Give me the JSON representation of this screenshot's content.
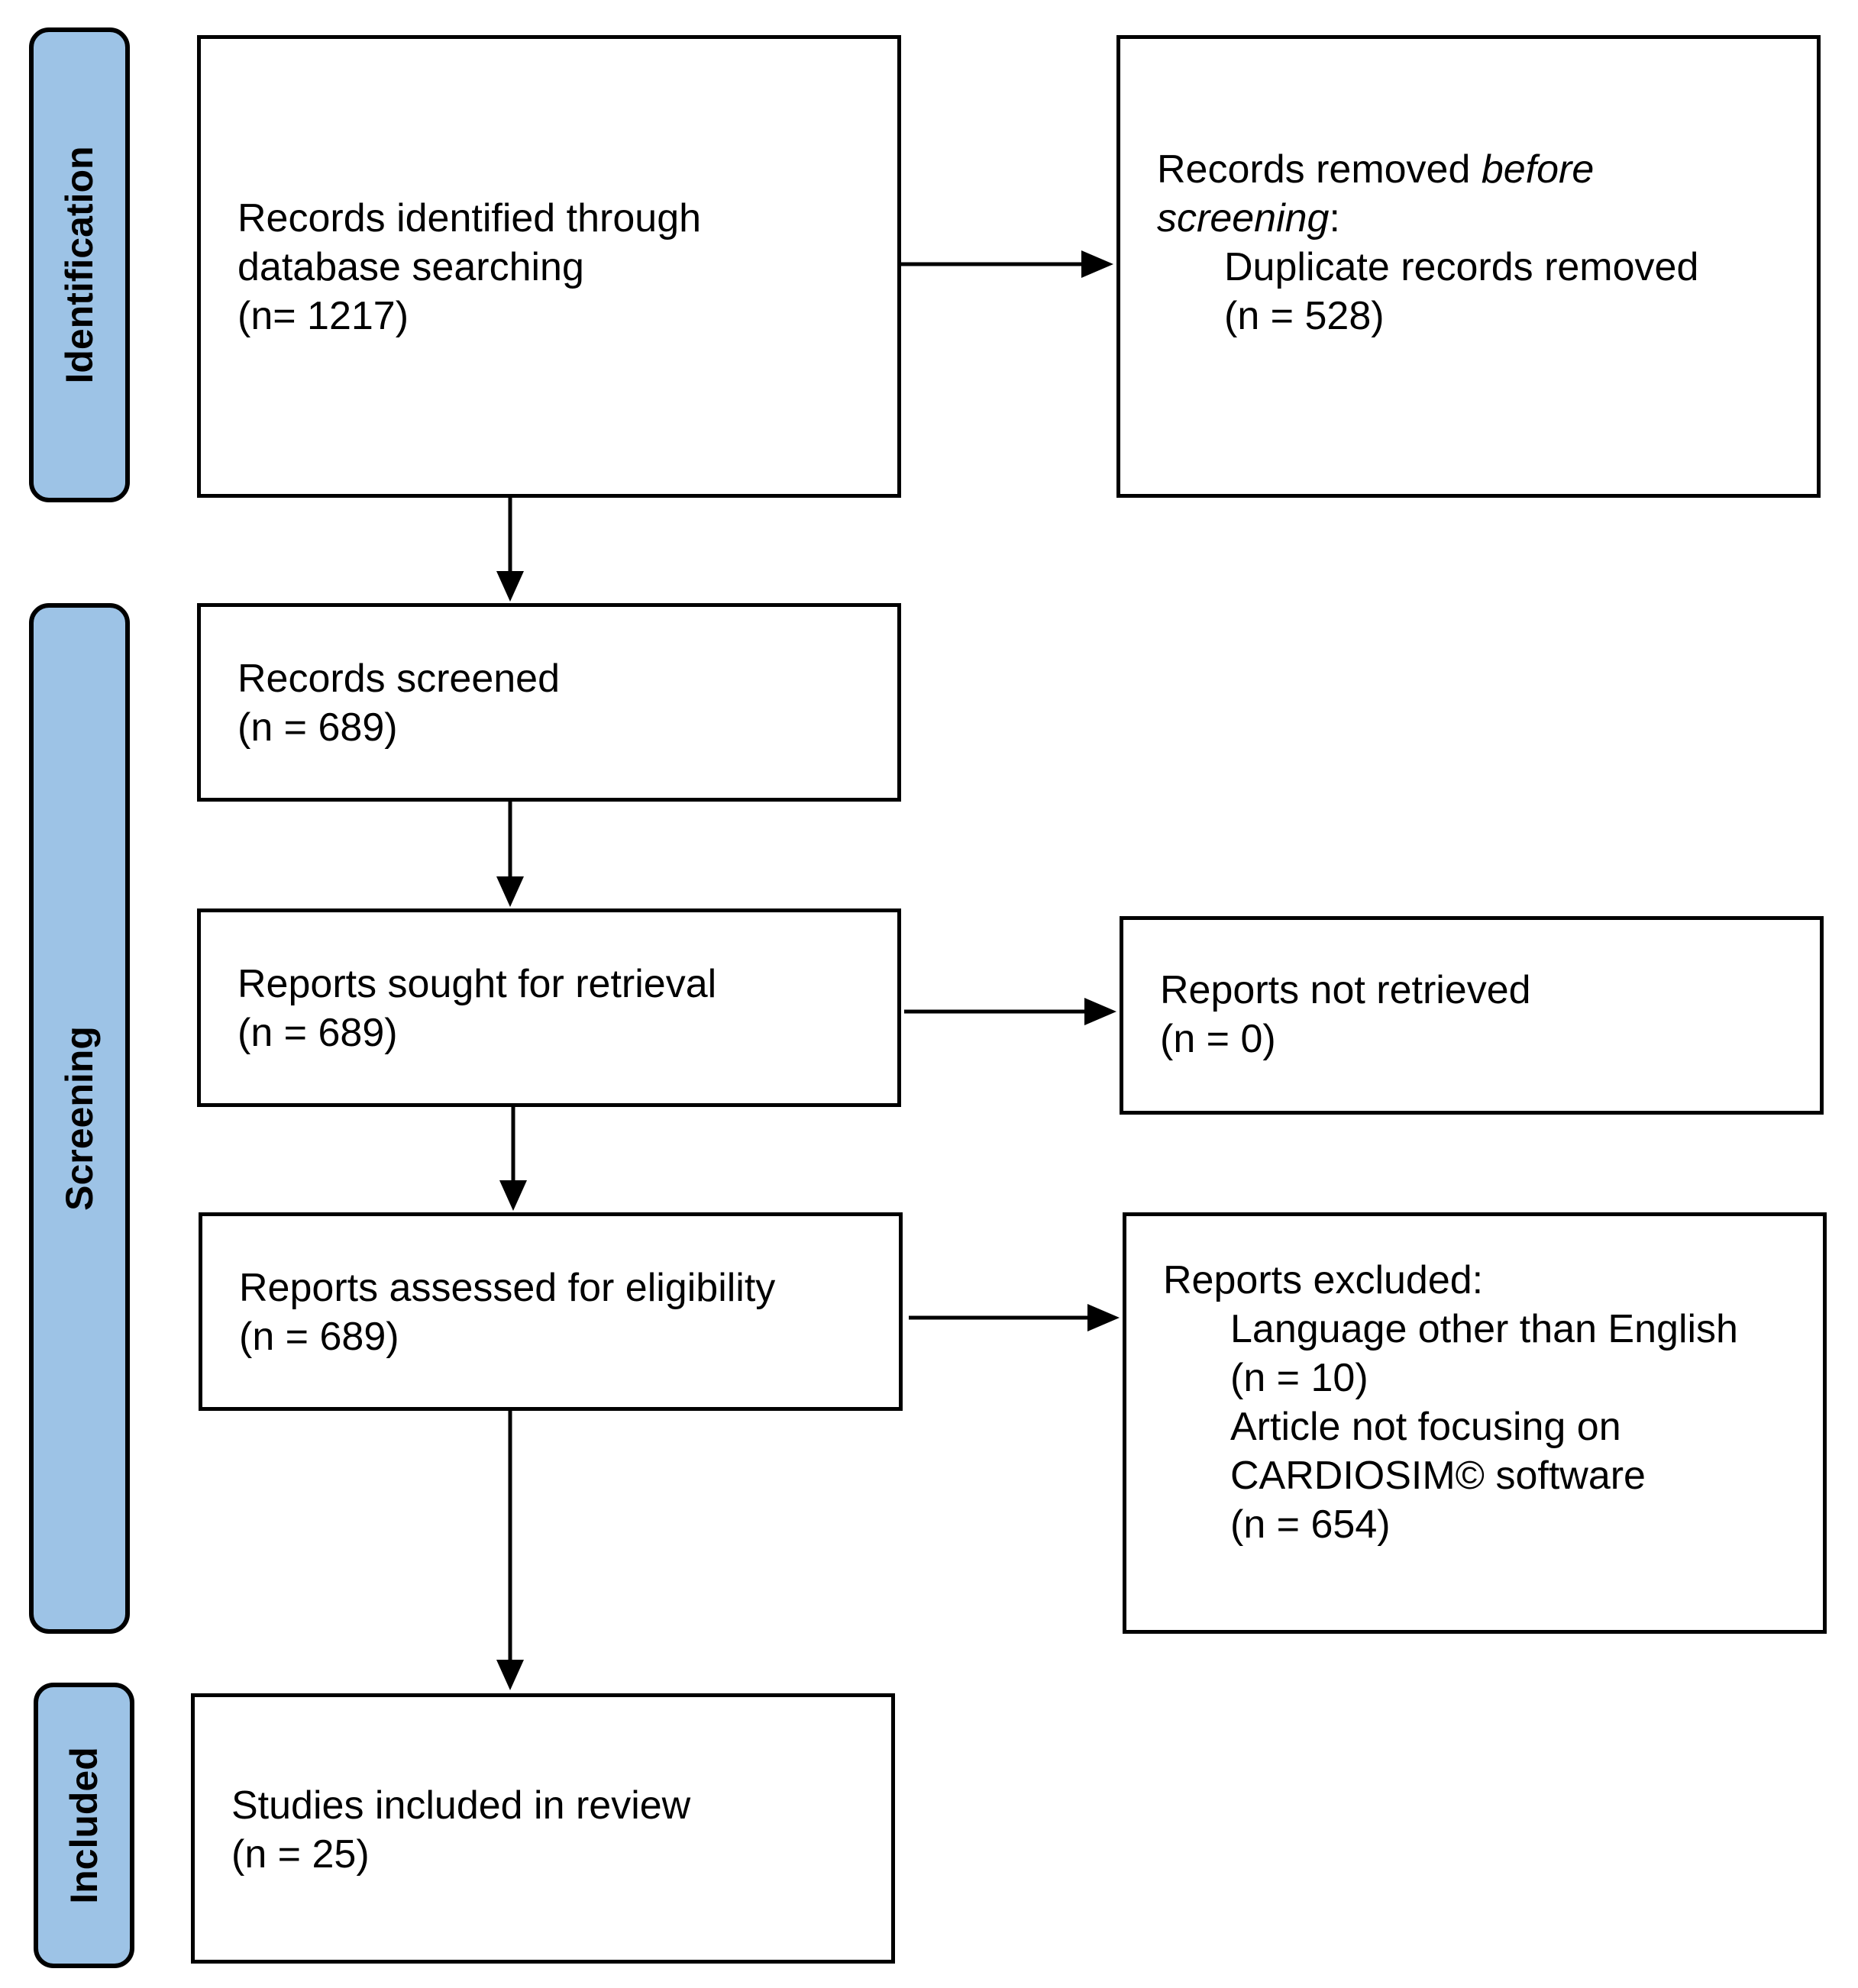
{
  "phases": {
    "identification": "Identification",
    "screening": "Screening",
    "included": "Included"
  },
  "boxes": {
    "records_identified": {
      "line1": "Records identified through",
      "line2": "database searching",
      "count": "(n= 1217)"
    },
    "records_removed": {
      "line1_prefix": "Records removed ",
      "line1_italic": "before",
      "line2_italic": "screening",
      "line2_suffix": ":",
      "item": "Duplicate records removed",
      "count": "(n = 528)"
    },
    "records_screened": {
      "label": "Records screened",
      "count": "(n = 689)"
    },
    "reports_sought": {
      "label": "Reports sought for retrieval",
      "count": "(n = 689)"
    },
    "reports_not_retrieved": {
      "label": "Reports not retrieved",
      "count": "(n = 0)"
    },
    "reports_assessed": {
      "label": "Reports assessed for eligibility",
      "count": "(n = 689)"
    },
    "reports_excluded": {
      "label": "Reports excluded:",
      "reason1": "Language other than English",
      "reason1_count": "(n = 10)",
      "reason2_line1": "Article not focusing on",
      "reason2_line2": "CARDIOSIM© software",
      "reason2_count": "(n = 654)"
    },
    "studies_included": {
      "label": "Studies included in review",
      "count": "(n = 25)"
    }
  }
}
